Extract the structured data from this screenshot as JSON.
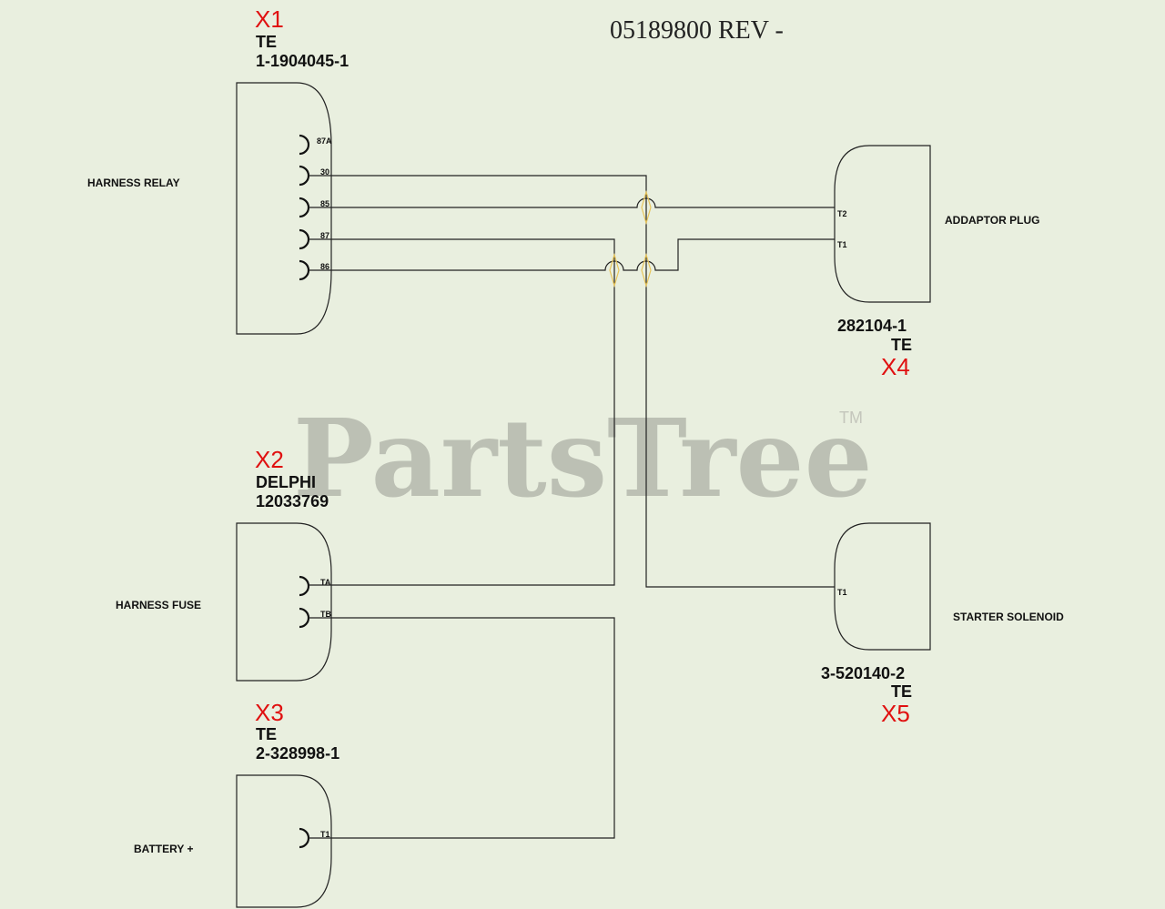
{
  "drawing": {
    "number": "05189800 REV -",
    "watermark": "PartsTree",
    "watermark_tm": "TM"
  },
  "connectors": {
    "x1": {
      "id": "X1",
      "maker": "TE",
      "part_number": "1-1904045-1",
      "label": "HARNESS RELAY",
      "pins": [
        "87A",
        "30",
        "85",
        "87",
        "86"
      ]
    },
    "x2": {
      "id": "X2",
      "maker": "DELPHI",
      "part_number": "12033769",
      "label": "HARNESS FUSE",
      "pins": [
        "TA",
        "TB"
      ]
    },
    "x3": {
      "id": "X3",
      "maker": "TE",
      "part_number": "2-328998-1",
      "label": "BATTERY +",
      "pins": [
        "T1"
      ]
    },
    "x4": {
      "id": "X4",
      "maker": "TE",
      "part_number": "282104-1",
      "label": "ADDAPTOR PLUG",
      "pins": [
        "T2",
        "T1"
      ]
    },
    "x5": {
      "id": "X5",
      "maker": "TE",
      "part_number": "3-520140-2",
      "label": "STARTER SOLENOID",
      "pins": [
        "T1"
      ]
    }
  }
}
